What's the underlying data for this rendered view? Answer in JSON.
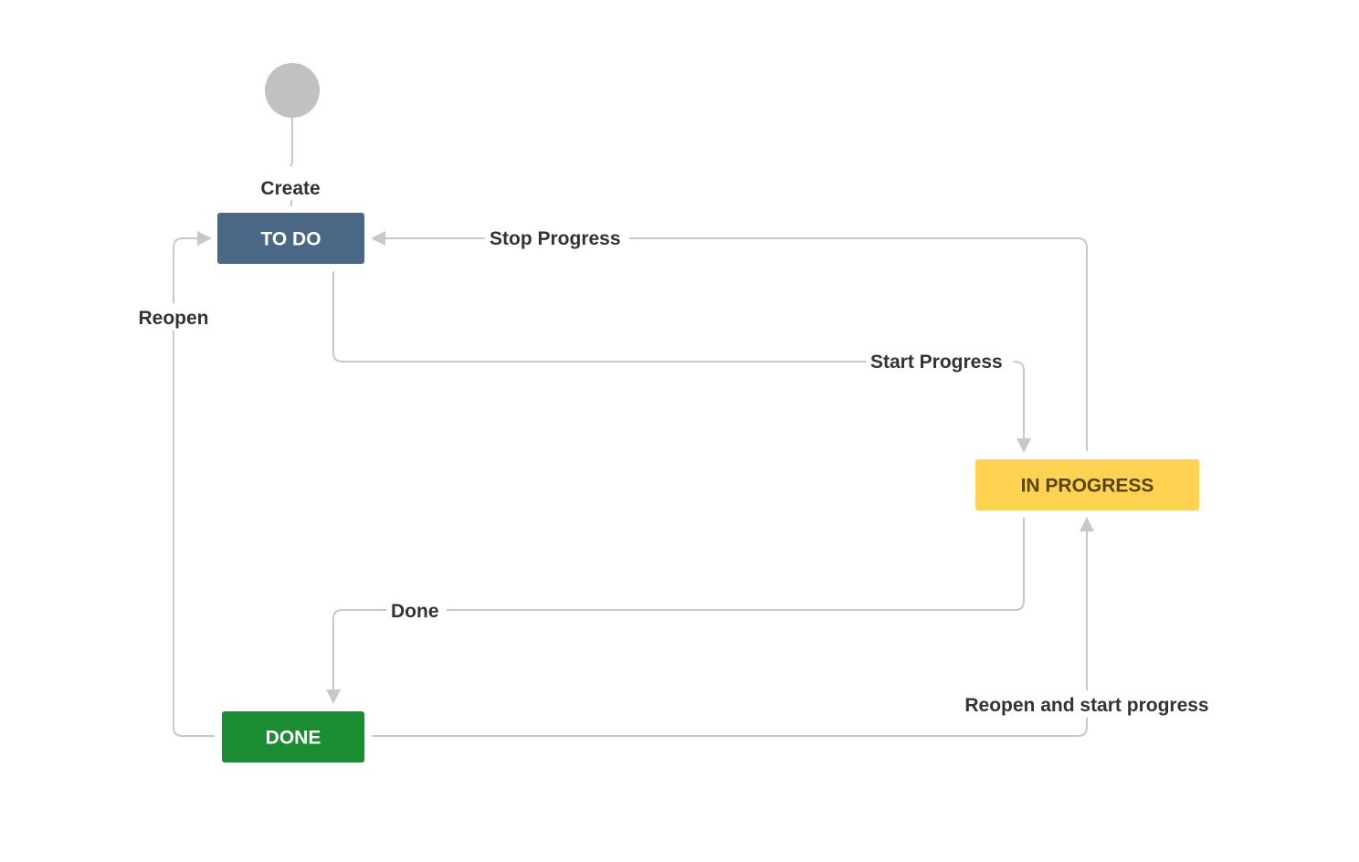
{
  "workflow": {
    "start": {
      "color": "#c1c1c1"
    },
    "statuses": {
      "todo": {
        "label": "TO DO",
        "bg": "#4a6785",
        "fg": "#ffffff"
      },
      "in_progress": {
        "label": "IN PROGRESS",
        "bg": "#ffd351",
        "fg": "#594300"
      },
      "done": {
        "label": "DONE",
        "bg": "#1a8c32",
        "fg": "#ffffff"
      }
    },
    "transitions": {
      "create": "Create",
      "stop_progress": "Stop Progress",
      "start_progress": "Start Progress",
      "reopen": "Reopen",
      "done": "Done",
      "reopen_and_start": "Reopen and start progress"
    },
    "edge_color": "#c8c8c8"
  }
}
